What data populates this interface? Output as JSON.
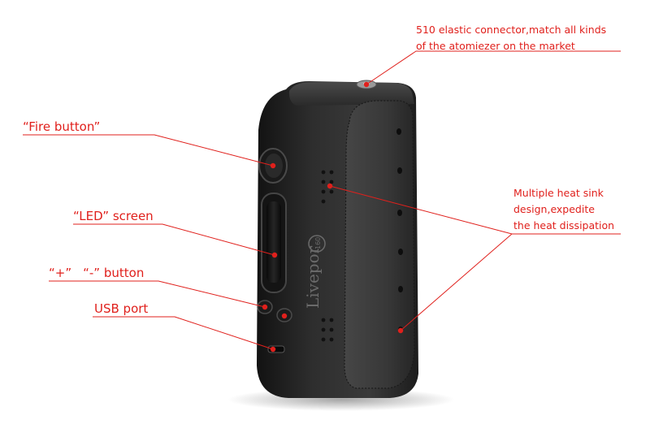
{
  "product": {
    "brand_text": "Livepor",
    "badge_text": "160"
  },
  "callouts": {
    "connector": {
      "line1": "510 elastic connector,match all kinds",
      "line2": "of the atomiezer on the market"
    },
    "fire": "“Fire button”",
    "led": "“LED” screen",
    "buttons": {
      "plus": "“+”",
      "minus": "“-” button"
    },
    "usb": "USB port",
    "heat_sink": {
      "line1": "Multiple heat sink",
      "line2": "design,expedite",
      "line3": "the heat dissipation"
    }
  },
  "colors": {
    "accent": "#e0201c",
    "body": "#2b2b2b",
    "leather": "#3a3a3a"
  }
}
